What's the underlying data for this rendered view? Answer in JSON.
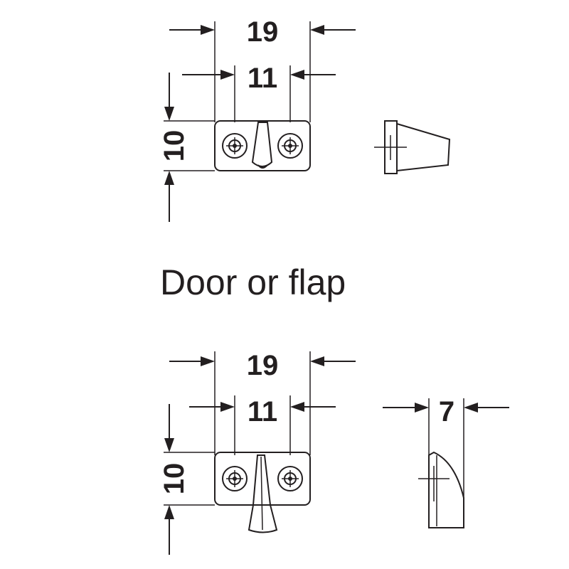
{
  "caption": "Door or flap",
  "top_part": {
    "overall_width": "19",
    "hole_spacing": "11",
    "height": "10"
  },
  "bottom_part": {
    "overall_width": "19",
    "hole_spacing": "11",
    "height": "10",
    "depth": "7"
  },
  "colors": {
    "line": "#231f20",
    "background": "#ffffff"
  },
  "icons": [
    "screw-hole-icon",
    "dimension-arrow-icon"
  ]
}
